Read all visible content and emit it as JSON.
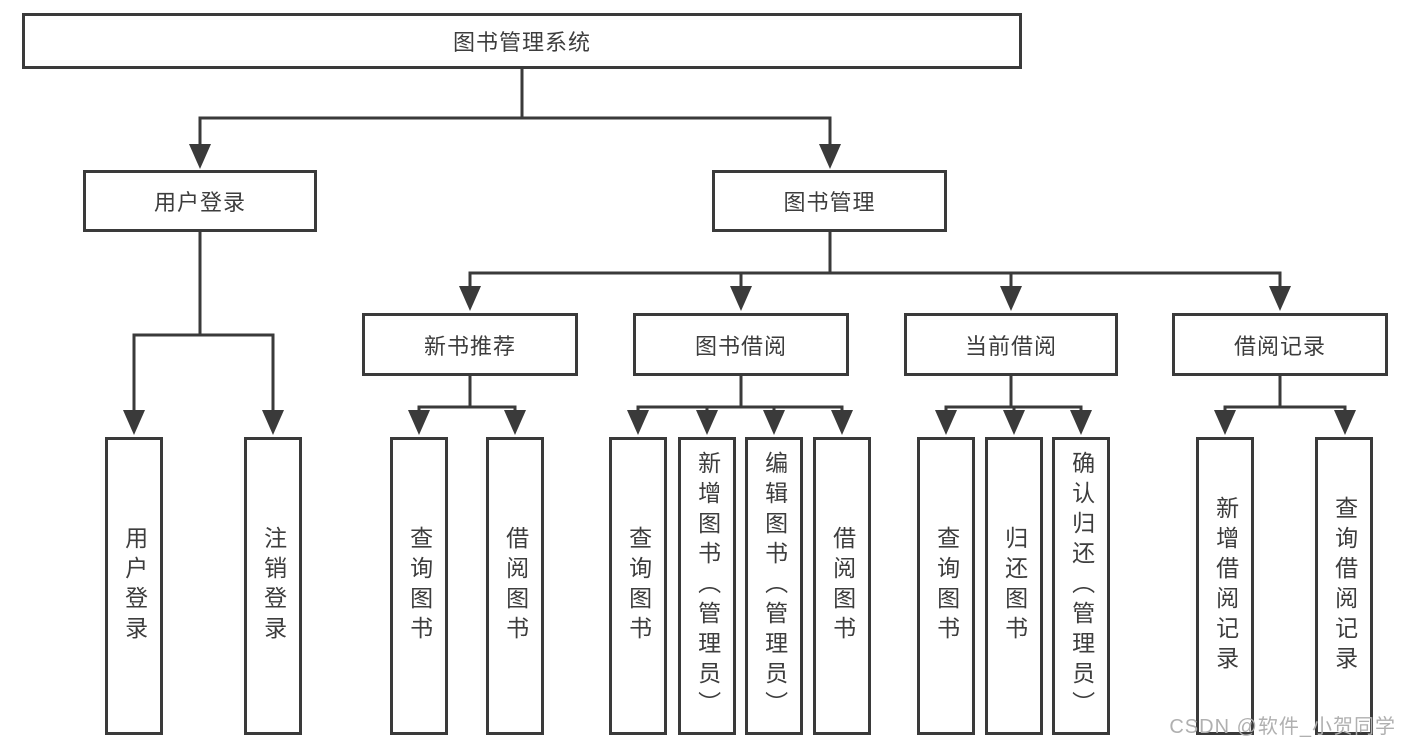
{
  "diagram": {
    "type": "hierarchy",
    "nodes": {
      "root": {
        "label": "图书管理系统"
      },
      "user_login": {
        "label": "用户登录"
      },
      "book_mgmt": {
        "label": "图书管理"
      },
      "new_book_rec": {
        "label": "新书推荐"
      },
      "book_borrow": {
        "label": "图书借阅"
      },
      "current_borrow": {
        "label": "当前借阅"
      },
      "borrow_records": {
        "label": "借阅记录"
      },
      "leaf_user_login": {
        "label": "用户登录"
      },
      "leaf_logout": {
        "label": "注销登录"
      },
      "nb_query_book": {
        "label": "查询图书"
      },
      "nb_borrow_book": {
        "label": "借阅图书"
      },
      "bb_query_book": {
        "label": "查询图书"
      },
      "bb_add_book": {
        "label": "新增图书（管理员）"
      },
      "bb_edit_book": {
        "label": "编辑图书（管理员）"
      },
      "bb_borrow_book": {
        "label": "借阅图书"
      },
      "cb_query_book": {
        "label": "查询图书"
      },
      "cb_return_book": {
        "label": "归还图书"
      },
      "cb_confirm_return": {
        "label": "确认归还（管理员）"
      },
      "br_add_record": {
        "label": "新增借阅记录"
      },
      "br_query_record": {
        "label": "查询借阅记录"
      }
    },
    "hierarchy": {
      "图书管理系统": {
        "用户登录": [
          "用户登录",
          "注销登录"
        ],
        "图书管理": {
          "新书推荐": [
            "查询图书",
            "借阅图书"
          ],
          "图书借阅": [
            "查询图书",
            "新增图书（管理员）",
            "编辑图书（管理员）",
            "借阅图书"
          ],
          "当前借阅": [
            "查询图书",
            "归还图书",
            "确认归还（管理员）"
          ],
          "借阅记录": [
            "新增借阅记录",
            "查询借阅记录"
          ]
        }
      }
    },
    "colors": {
      "line": "#3a3a3a",
      "text": "#3d3d3d",
      "background": "#ffffff",
      "watermark": "#b0b0b0"
    }
  },
  "watermark": {
    "text": "CSDN @软件_小贺同学"
  }
}
